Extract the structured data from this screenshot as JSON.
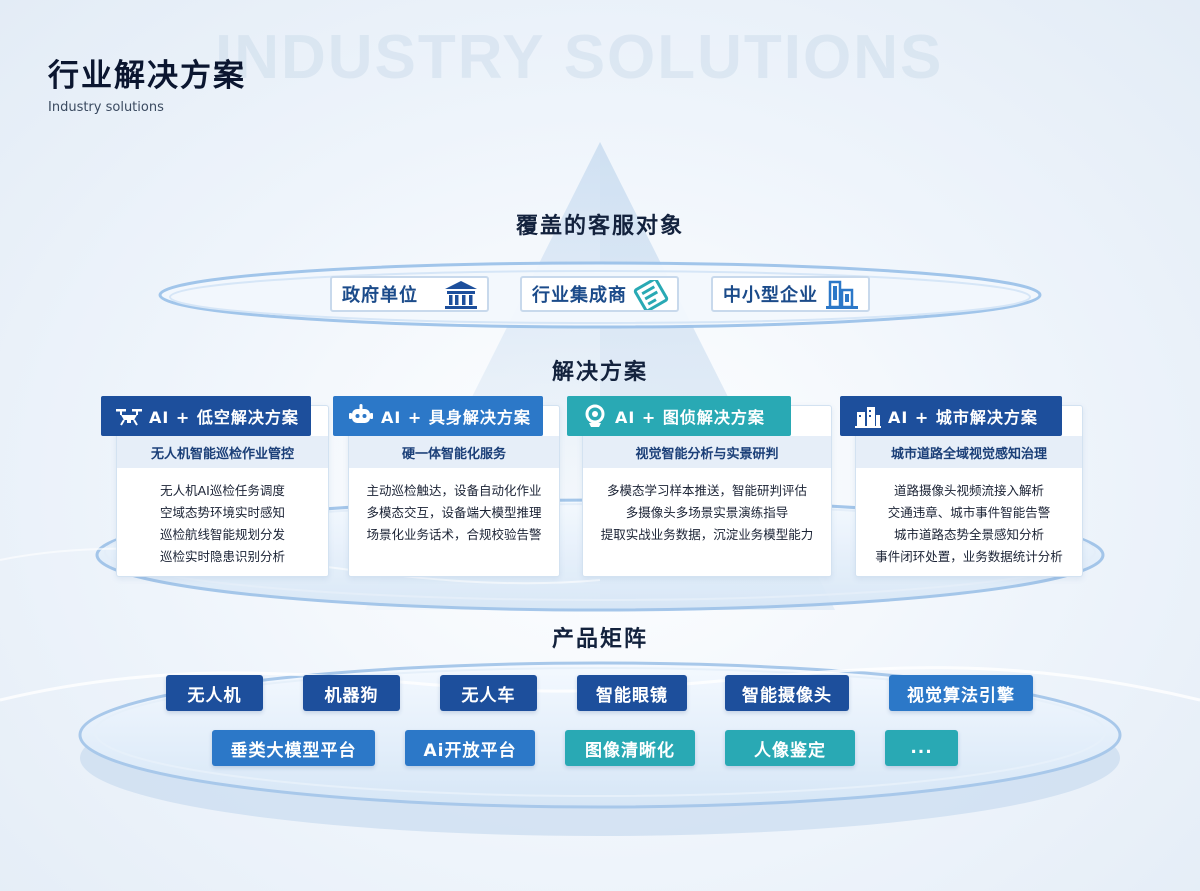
{
  "header": {
    "watermark": "INDUSTRY SOLUTIONS",
    "title": "行业解决方案",
    "subtitle": "Industry solutions"
  },
  "coverage": {
    "title": "覆盖的客服对象",
    "targets": [
      {
        "label": "政府单位",
        "icon": "government-building-icon"
      },
      {
        "label": "行业集成商",
        "icon": "integrator-chip-icon"
      },
      {
        "label": "中小型企业",
        "icon": "enterprise-building-icon"
      }
    ]
  },
  "solutions": {
    "title": "解决方案",
    "cards": [
      {
        "header": "AI + 低空解决方案",
        "icon": "drone-icon",
        "subtitle": "无人机智能巡检作业管控",
        "lines": [
          "无人机AI巡检任务调度",
          "空域态势环境实时感知",
          "巡检航线智能规划分发",
          "巡检实时隐患识别分析"
        ]
      },
      {
        "header": "AI + 具身解决方案",
        "icon": "robot-icon",
        "subtitle": "硬一体智能化服务",
        "lines": [
          "主动巡检触达，设备自动化作业",
          "多模态交互，设备端大模型推理",
          "场景化业务话术，合规校验告警"
        ]
      },
      {
        "header": "AI + 图侦解决方案",
        "icon": "camera-icon",
        "subtitle": "视觉智能分析与实景研判",
        "lines": [
          "多模态学习样本推送，智能研判评估",
          "多摄像头多场景实景演练指导",
          "提取实战业务数据，沉淀业务模型能力"
        ]
      },
      {
        "header": "AI + 城市解决方案",
        "icon": "city-icon",
        "subtitle": "城市道路全域视觉感知治理",
        "lines": [
          "道路摄像头视频流接入解析",
          "交通违章、城市事件智能告警",
          "城市道路态势全景感知分析",
          "事件闭环处置，业务数据统计分析"
        ]
      }
    ]
  },
  "products": {
    "title": "产品矩阵",
    "row1": [
      "无人机",
      "机器狗",
      "无人车",
      "智能眼镜",
      "智能摄像头",
      "视觉算法引擎"
    ],
    "row2": [
      "垂类大模型平台",
      "Ai开放平台",
      "图像清晰化",
      "人像鉴定",
      "..."
    ]
  },
  "colors": {
    "dark_blue": "#1d4f9c",
    "mid_blue": "#2c78c8",
    "teal": "#29a9b4",
    "text_navy": "#13223d"
  }
}
